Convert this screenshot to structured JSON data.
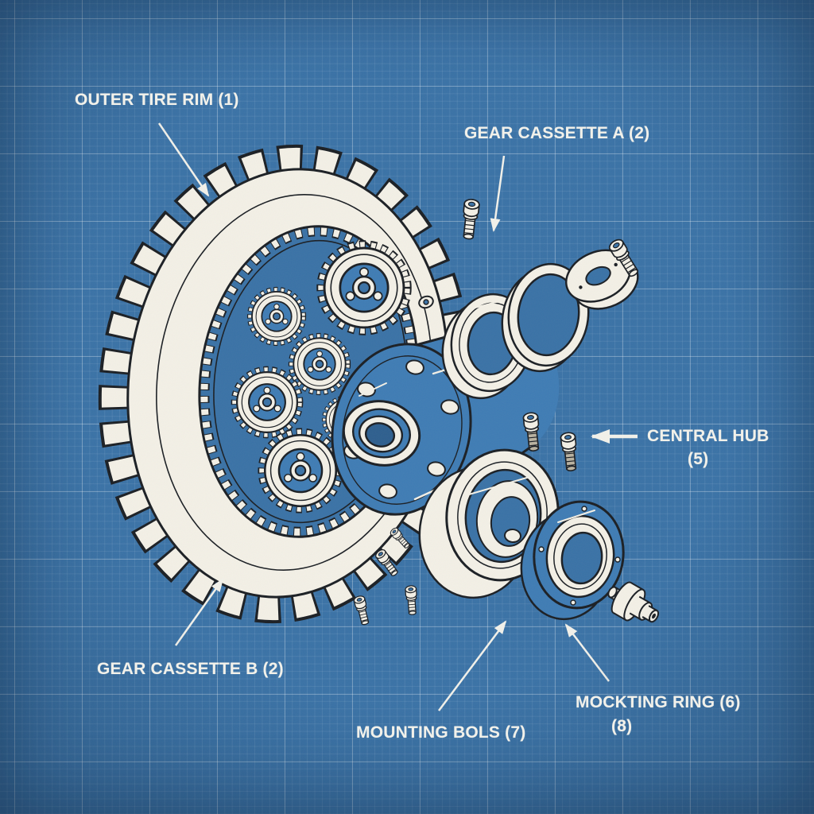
{
  "figure": {
    "kind": "exploded-view blueprint of a wheel / gear hub assembly",
    "parts": [
      {
        "name": "outer-tire-rim",
        "label": "OUTER TIRE RIM (1)"
      },
      {
        "name": "gear-cassette-a",
        "label": "GEAR CASSETTE A (2)"
      },
      {
        "name": "central-hub",
        "label": "CENTRAL HUB",
        "sublabel": "(5)"
      },
      {
        "name": "gear-cassette-b",
        "label": "GEAR CASSETTE B (2)"
      },
      {
        "name": "mounting-bols",
        "label": "MOUNTING BOLS (7)"
      },
      {
        "name": "mockting-ring",
        "label": "MOCKTING RING (6)",
        "sublabel": "(8)"
      }
    ]
  },
  "colors": {
    "background": "#3a72a6",
    "grid_minor": "rgba(255,255,255,0.08)",
    "grid_major": "rgba(255,255,255,0.26)",
    "part_white": "#f3f0e6",
    "part_blue": "#3f7cb4",
    "bore_blue": "#2e5f8e",
    "bolt_gray": "#b9b2a0",
    "outline": "#1b1f24",
    "label_text": "#f2f1ea"
  }
}
